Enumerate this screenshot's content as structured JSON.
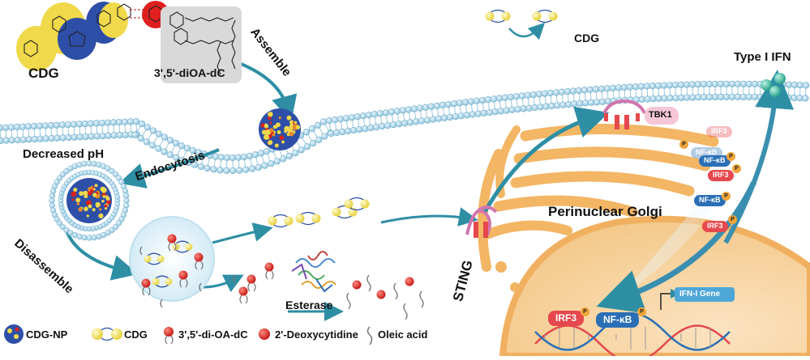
{
  "labels": {
    "cdg_top": "CDG",
    "cdg_left": "CDG",
    "dioa": "3',5'-diOA-dC",
    "assemble": "Assemble",
    "decreased_ph": "Decreased pH",
    "endocytosis": "Endocytosis",
    "disassemble": "Disassemble",
    "esterase": "Esterase",
    "sting": "STING",
    "tbk1": "TBK1",
    "golgi": "Perinuclear Golgi",
    "type_ifn": "Type I IFN",
    "ifn_gene": "IFN-I Gene",
    "p": "P"
  },
  "pills": {
    "irf3": "IRF3",
    "nfkb": "NF-κB"
  },
  "legend": {
    "np": "CDG-NP",
    "cdg": "CDG",
    "dioa": "3',5'-di-OA-dC",
    "deoxy": "2'-Deoxycytidine",
    "oleic": "Oleic acid"
  },
  "colors": {
    "membrane_head": "#a9d4ea",
    "golgi": "#f3b665",
    "arrow": "#2e8ea4",
    "irf3": "#e5484d",
    "nfkb": "#2a6fb5",
    "yellow": "#f3e34a",
    "red": "#d9221c",
    "ifn": "#2bb39a"
  },
  "icons": [
    "lipid-bilayer-membrane",
    "cdg-nanoparticle",
    "cdg-dimer",
    "lipid-molecule",
    "esterase-protein",
    "sting-dimer",
    "golgi-apparatus",
    "nucleus",
    "dna-helix",
    "ifn-sphere"
  ]
}
